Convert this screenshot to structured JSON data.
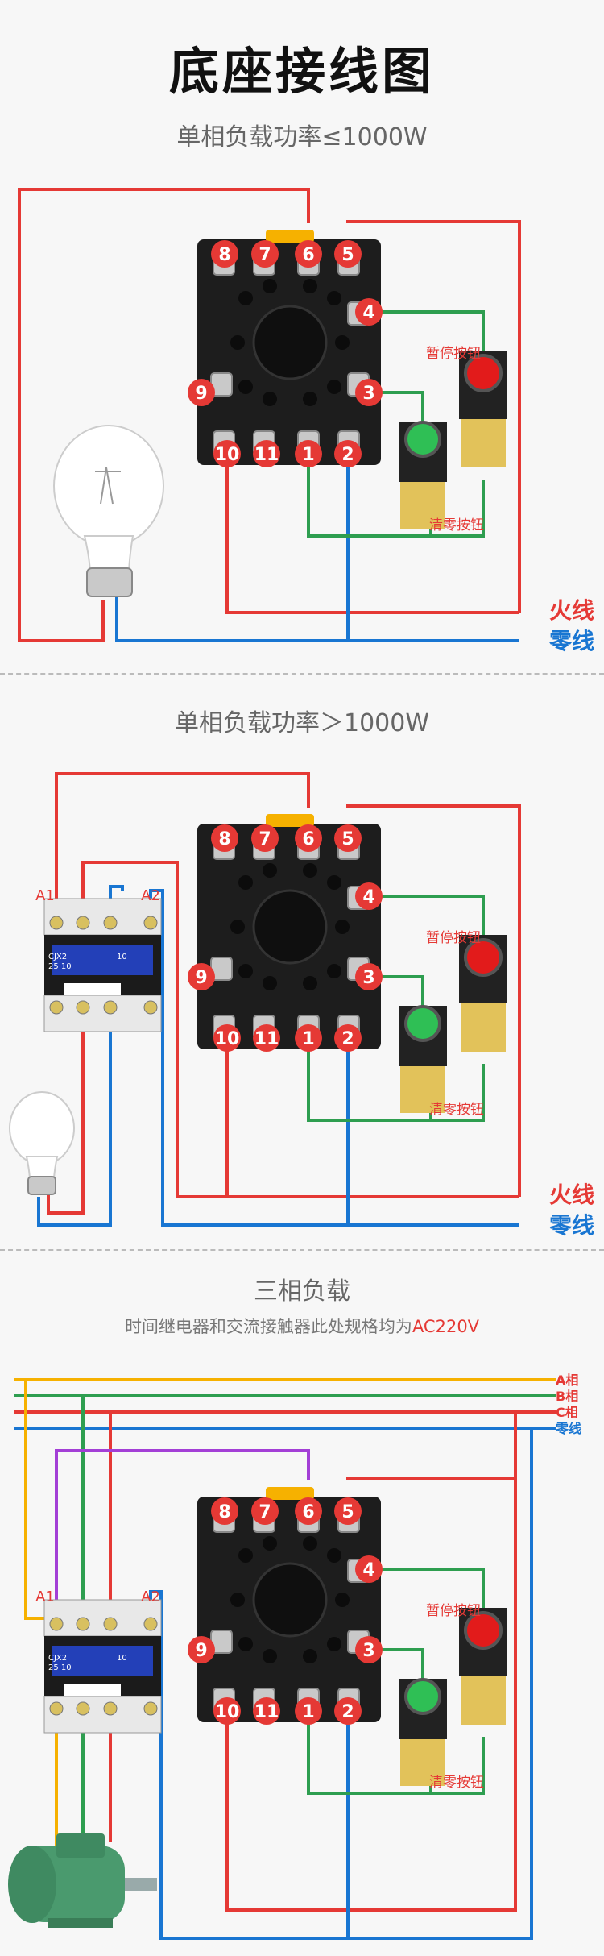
{
  "header": {
    "title": "底座接线图",
    "subtitle": "单相负载功率≤1000W"
  },
  "section2": {
    "subtitle": "单相负载功率＞1000W"
  },
  "section3": {
    "subtitle": "三相负载",
    "note_prefix": "时间继电器和交流接触器此处规格均为",
    "note_highlight": "AC220V"
  },
  "labels": {
    "pause_button": "暂停按钮",
    "reset_button": "清零按钮",
    "live_wire": "火线",
    "neutral_wire": "零线",
    "phase_a": "A相",
    "phase_b": "B相",
    "phase_c": "C相",
    "a1": "A1",
    "a2": "A2",
    "contactor_model": "CJX2",
    "contactor_rating": "25 10",
    "contactor_code": "10"
  },
  "pins": {
    "top": [
      "8",
      "7",
      "6",
      "5"
    ],
    "right": [
      "4",
      "3"
    ],
    "left": [
      "9"
    ],
    "bottom": [
      "10",
      "11",
      "1",
      "2"
    ]
  },
  "colors": {
    "red": "#e53935",
    "blue": "#1976d2",
    "green": "#2e9e50",
    "yellow": "#f6b100",
    "purple": "#a33fd6",
    "socket": "#1d1d1d",
    "motor": "#4a9a6e"
  }
}
